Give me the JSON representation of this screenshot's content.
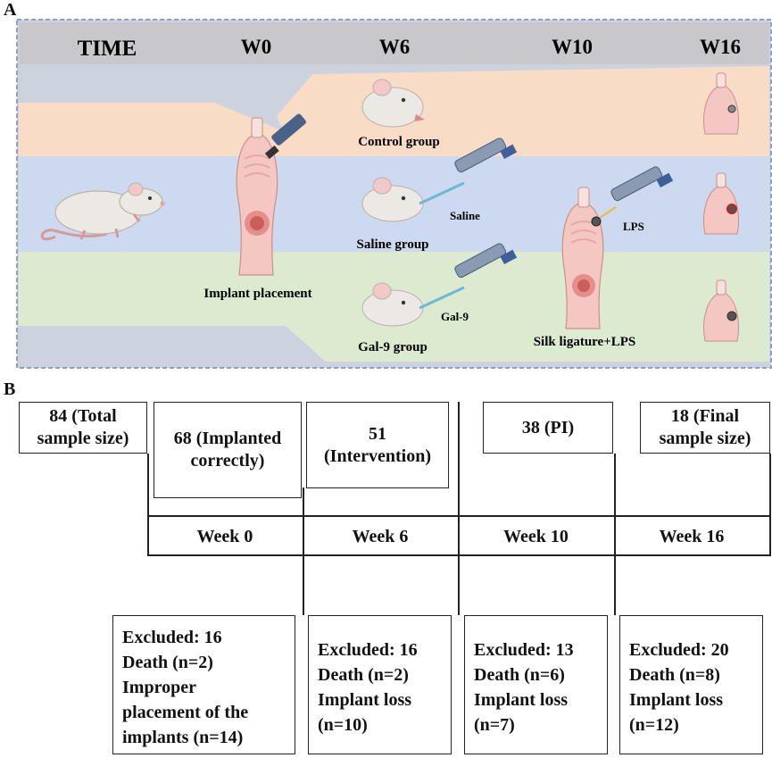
{
  "panel_a": {
    "letter": "A",
    "header": {
      "time": "TIME",
      "weeks": [
        "W0",
        "W6",
        "W10",
        "W16"
      ]
    },
    "labels": {
      "implant": "Implant placement",
      "control": "Control group",
      "saline_group": "Saline group",
      "gal9_group": "Gal-9 group",
      "saline": "Saline",
      "gal9": "Gal-9",
      "lps": "LPS",
      "silk": "Silk ligature+LPS"
    },
    "colors": {
      "header": "#c8c8cc",
      "neutral": "#cdd3de",
      "control_band": "#f8dcc6",
      "saline_band": "#cdd9ef",
      "gal9_band": "#dcebd0",
      "border": "#8ea0c6"
    }
  },
  "panel_b": {
    "letter": "B",
    "top_boxes": [
      {
        "lines": [
          "84 (Total",
          "sample size)"
        ]
      },
      {
        "lines": [
          "68 (Implanted",
          "correctly)"
        ]
      },
      {
        "lines": [
          "51",
          "(Intervention)"
        ]
      },
      {
        "lines": [
          "38 (PI)"
        ]
      },
      {
        "lines": [
          "18 (Final",
          "sample size)"
        ]
      }
    ],
    "weeks": [
      "Week 0",
      "Week 6",
      "Week 10",
      "Week 16"
    ],
    "excluded": [
      {
        "lines": [
          "Excluded: 16",
          "Death (n=2)",
          "Improper",
          "placement of the",
          "implants (n=14)"
        ]
      },
      {
        "lines": [
          "Excluded: 16",
          "Death (n=2)",
          "Implant loss",
          "(n=10)"
        ]
      },
      {
        "lines": [
          "Excluded: 13",
          "Death (n=6)",
          "Implant loss",
          "(n=7)"
        ]
      },
      {
        "lines": [
          "Excluded: 20",
          "Death (n=8)",
          "Implant loss",
          "(n=12)"
        ]
      }
    ]
  }
}
